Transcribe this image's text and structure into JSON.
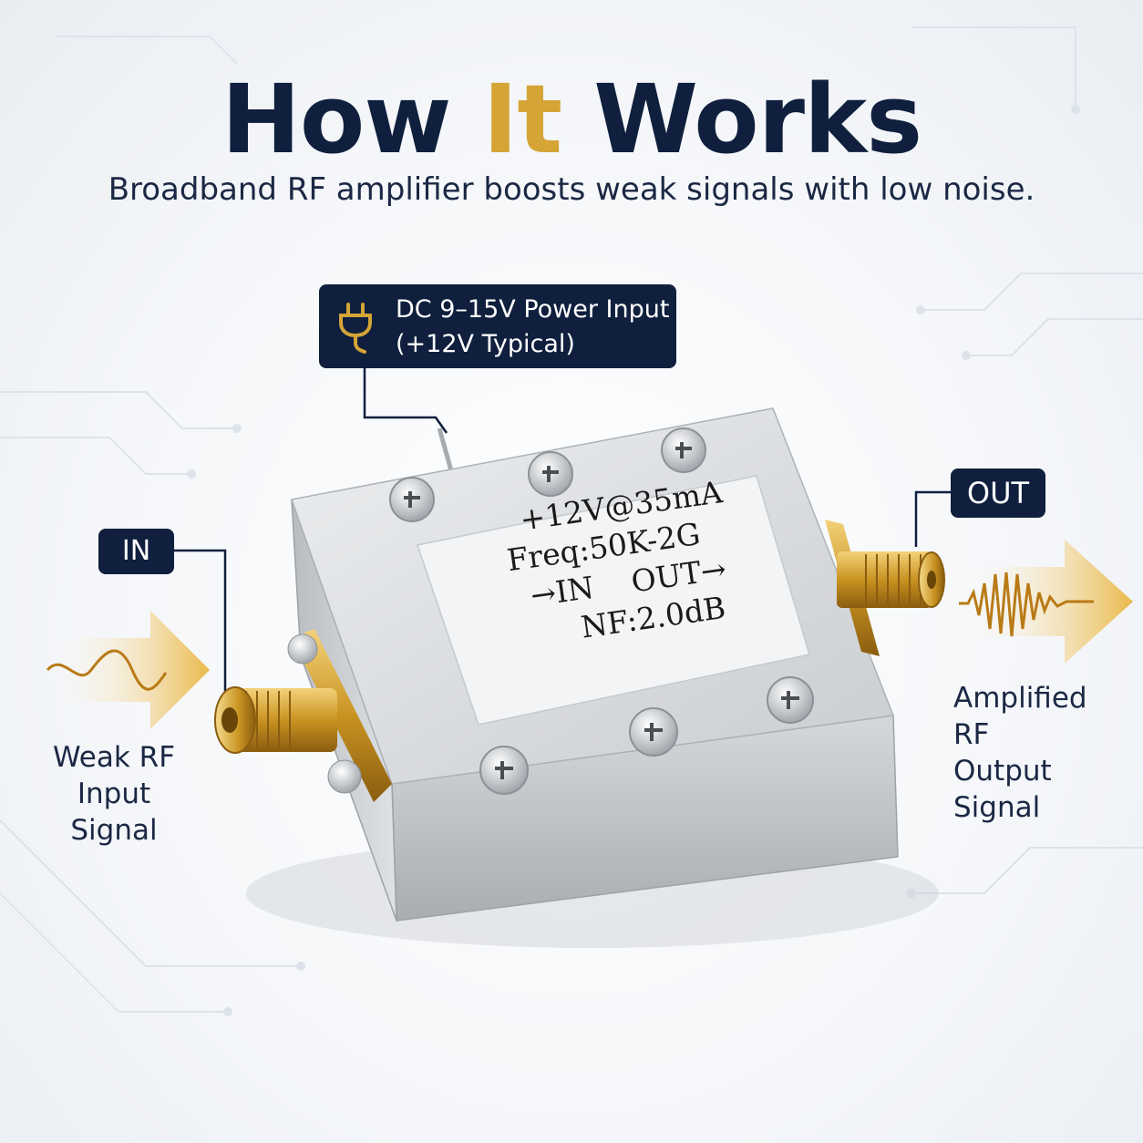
{
  "header": {
    "title_part1": "How ",
    "title_accent": "It",
    "title_part2": " Works",
    "subtitle": "Broadband RF amplifier boosts weak signals with low noise."
  },
  "callouts": {
    "power_line1": "DC 9–15V Power Input",
    "power_line2": "(+12V Typical)",
    "in": "IN",
    "out": "OUT"
  },
  "signals": {
    "in_line1": "Weak RF",
    "in_line2": "Input Signal",
    "out_line1": "Amplified RF",
    "out_line2": "Output Signal"
  },
  "device_label": {
    "line1": "+12V@35mA",
    "line2": "Freq:50K-2G",
    "line3": "→IN    OUT→",
    "line4": "NF:2.0dB"
  },
  "colors": {
    "navy": "#0f1f3d",
    "gold": "#d4a437",
    "aluminum": "#d7dadd"
  }
}
